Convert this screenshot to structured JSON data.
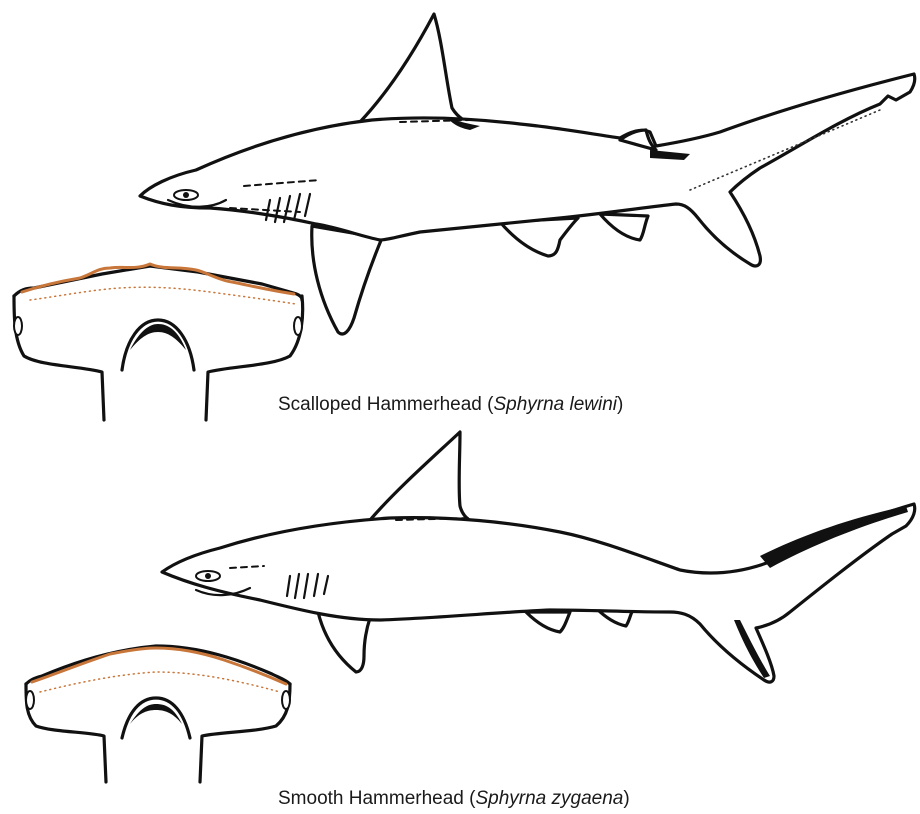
{
  "colors": {
    "outline": "#111111",
    "head_edge_highlight": "#c8763a",
    "background": "#ffffff"
  },
  "species": [
    {
      "common_name": "Scalloped Hammerhead (",
      "scientific_name": "Sphyrna lewini",
      "close_paren": ")"
    },
    {
      "common_name": "Smooth Hammerhead (",
      "scientific_name": "Sphyrna zygaena",
      "close_paren": ")"
    }
  ]
}
